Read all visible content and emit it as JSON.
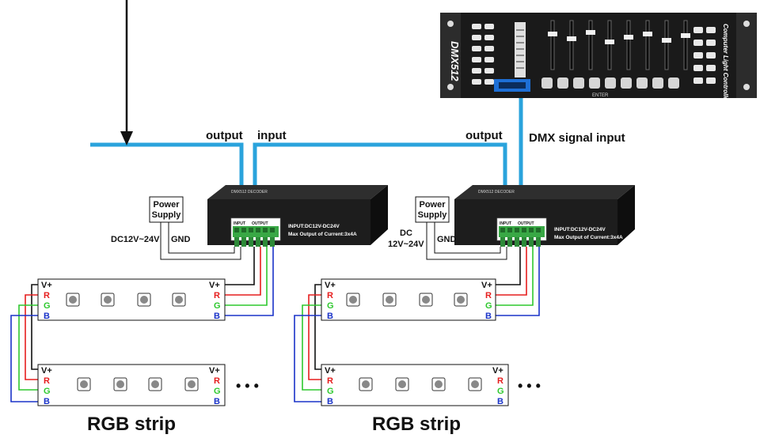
{
  "colors": {
    "cable": "#2aa3dc",
    "red": "#e61e1e",
    "green": "#2ec82e",
    "blue": "#1a33c8",
    "black": "#111111",
    "decoder_body": "#1d1d1d",
    "terminal": "#39a845",
    "console_body": "#1a1a1a"
  },
  "labels": {
    "output_left": "output",
    "input": "input",
    "output_right": "output",
    "dmx_signal_input": "DMX signal input"
  },
  "console": {
    "brand": "DMX512",
    "side_text": "Computer Light Controller",
    "bottom_text": "ENTER"
  },
  "decoder_left": {
    "top_text": "DMX512 DECODER",
    "input_header": "INPUT",
    "output_header": "OUTPUT",
    "spec_line1": "INPUT:DC12V-DC24V",
    "spec_line2": "Max Output of Current:3x4A",
    "power_supply_line1": "Power",
    "power_supply_line2": "Supply",
    "voltage_label": "DC12V~24V",
    "gnd_label": "GND"
  },
  "decoder_right": {
    "top_text": "DMX512 DECODER",
    "input_header": "INPUT",
    "output_header": "OUTPUT",
    "spec_line1": "INPUT:DC12V-DC24V",
    "spec_line2": "Max Output of Current:3x4A",
    "power_supply_line1": "Power",
    "power_supply_line2": "Supply",
    "voltage_label_line1": "DC",
    "voltage_label_line2": "12V~24V",
    "gnd_label": "GND"
  },
  "strip_pins": {
    "v_plus": "V+",
    "r": "R",
    "g": "G",
    "b": "B"
  },
  "continuation": "• • •",
  "group_labels": {
    "left": "RGB strip",
    "right": "RGB strip"
  }
}
